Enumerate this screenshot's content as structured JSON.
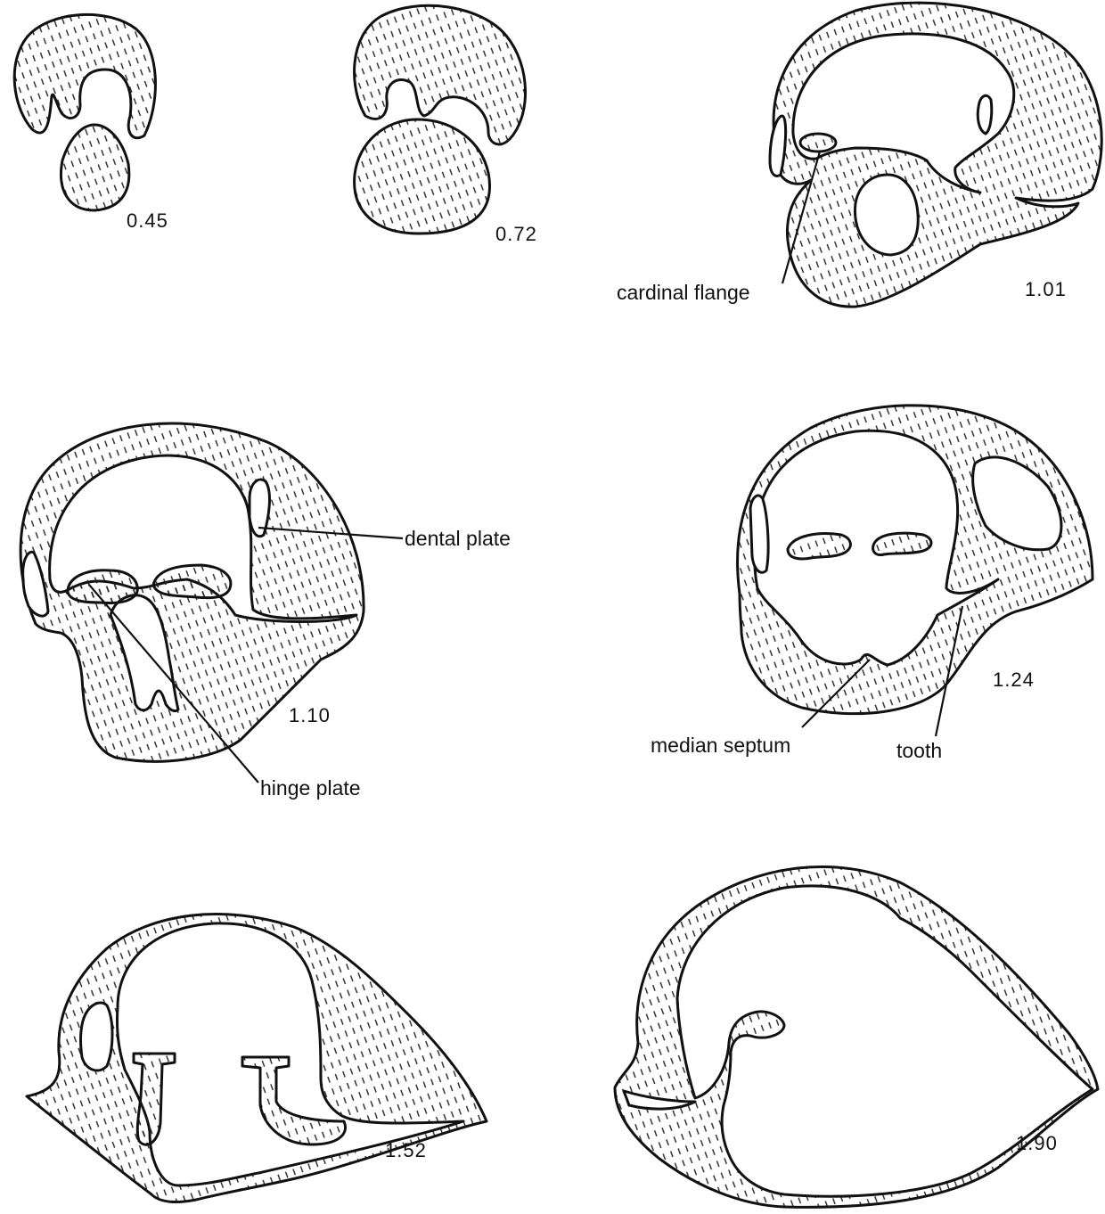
{
  "sections": [
    {
      "id": "s045",
      "size_label": "0.45"
    },
    {
      "id": "s072",
      "size_label": "0.72"
    },
    {
      "id": "s101",
      "size_label": "1.01"
    },
    {
      "id": "s110",
      "size_label": "1.10"
    },
    {
      "id": "s124",
      "size_label": "1.24"
    },
    {
      "id": "s152",
      "size_label": "1.52"
    },
    {
      "id": "s190",
      "size_label": "1.90"
    }
  ],
  "labels": {
    "cardinal_flange": "cardinal flange",
    "dental_plate": "dental plate",
    "hinge_plate": "hinge plate",
    "median_septum": "median septum",
    "tooth": "tooth"
  },
  "colors": {
    "line": "#111111",
    "background": "#ffffff"
  }
}
